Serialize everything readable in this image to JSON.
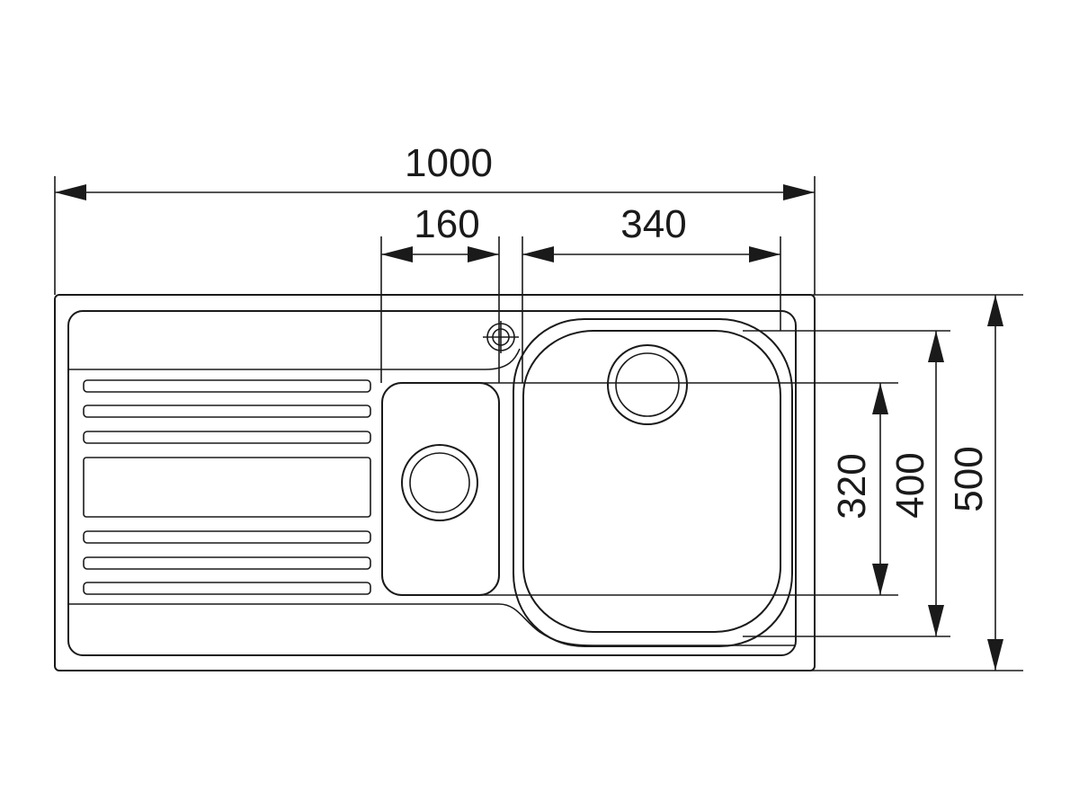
{
  "dimensions": {
    "overall_width": "1000",
    "drainer_gap": "160",
    "main_bowl_width": "340",
    "main_bowl_inner_depth": "320",
    "main_bowl_depth": "400",
    "overall_depth": "500"
  },
  "colors": {
    "line": "#1a1a1a",
    "background": "#ffffff"
  },
  "icons": {
    "tap_hole": "tap-hole-icon"
  }
}
